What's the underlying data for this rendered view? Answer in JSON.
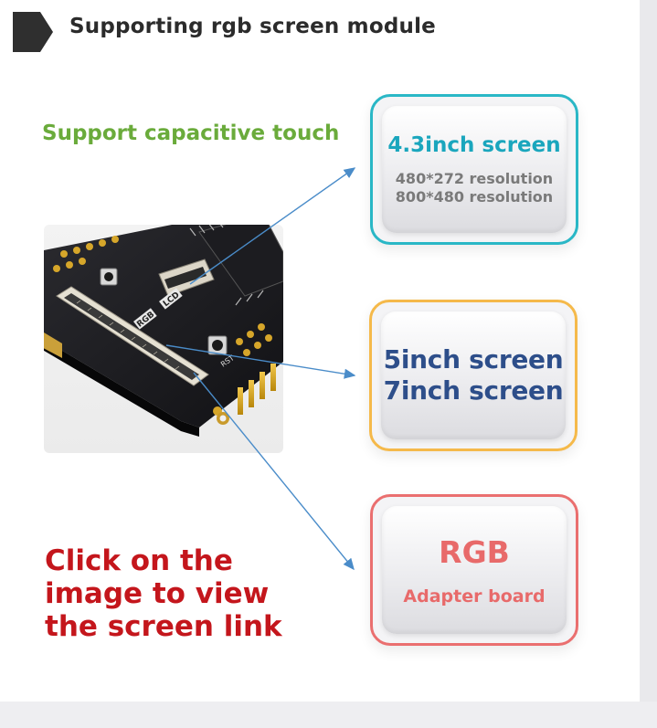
{
  "header": {
    "title": "Supporting rgb screen module",
    "tab_color": "#2f2f2f"
  },
  "touch_label": "Support capacitive touch",
  "board": {
    "silkscreen_lcd": "LCD",
    "silkscreen_rgb": "RGB",
    "silkscreen_rst": "RST"
  },
  "cards": {
    "screen_43": {
      "title": "4.3inch screen",
      "resolutions": [
        "480*272 resolution",
        "800*480 resolution"
      ],
      "border_color": "#2ab7c6"
    },
    "screen_5_7": {
      "lines": [
        "5inch screen",
        "7inch screen"
      ],
      "border_color": "#f5b94a"
    },
    "rgb_adapter": {
      "title": "RGB",
      "subtitle": "Adapter board",
      "border_color": "#ea6f6f"
    }
  },
  "cta": {
    "lines": [
      "Click on the",
      "image to view",
      "the screen link"
    ]
  },
  "colors": {
    "touch_green": "#6aab3b",
    "cta_red": "#c4161c",
    "line_blue": "#4a8cc9"
  }
}
